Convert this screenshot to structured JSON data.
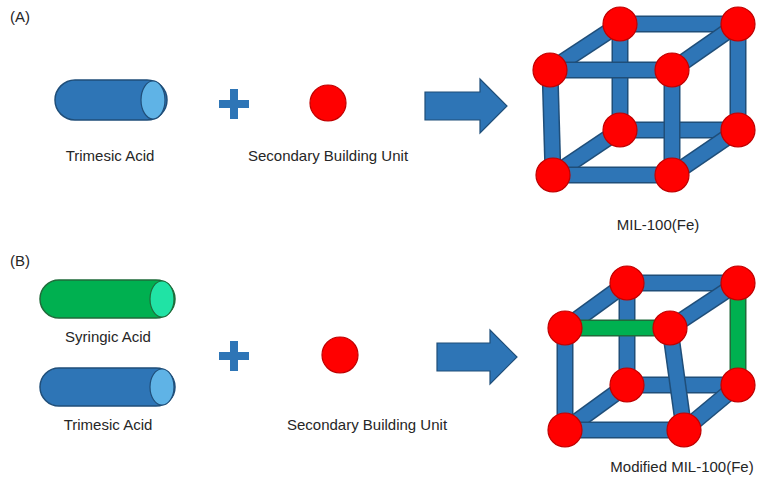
{
  "diagram": {
    "labels": [
      "(A)",
      "Trimesic Acid",
      "Secondary Building Unit",
      "MIL-100(Fe)",
      "(B)",
      "Syringic Acid",
      "Trimesic Acid",
      "Secondary Building Unit",
      "Modified MIL-100(Fe)"
    ]
  }
}
